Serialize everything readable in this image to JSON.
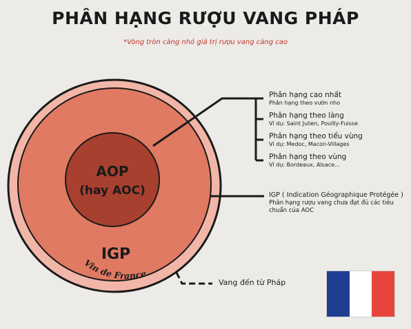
{
  "title": "PHÂN HẠNG RƯỢU VANG PHÁP",
  "subtitle": "*Vòng tròn càng nhỏ giá trị rượu vang càng cao",
  "circles": {
    "aop_line1": "AOP",
    "aop_line2": "(hay AOC)",
    "igp": "IGP",
    "vin_de_france": "Vin de France"
  },
  "aop_levels": [
    {
      "title": "Phân hạng cao nhất",
      "desc": "Phân hạng theo vườn nho"
    },
    {
      "title": "Phân hạng theo làng",
      "desc": "Ví dụ: Saint Julien, Poullly-Fuisse"
    },
    {
      "title": "Phân hạng theo tiểu vùng",
      "desc": "Ví dụ: Medoc, Macon-Villages"
    },
    {
      "title": "Phân hạng theo vùng",
      "desc": "Ví dụ: Bordeaux, Alsace..."
    }
  ],
  "igp_note": {
    "title": "IGP ( Indication Géographique Protégée )",
    "desc": "Phân hạng rượu vang chưa đạt đủ các tiêu chuẩn của AOC"
  },
  "vin_note": "Vang đến từ Pháp",
  "colors": {
    "background": "#ecebe8",
    "outer_ring": "#f2b6a8",
    "igp_ring": "#e07a62",
    "aop_core": "#a8402f",
    "outline": "#1a1a1a",
    "flag_blue": "#1f3e91",
    "flag_white": "#ffffff",
    "flag_red": "#e8463c",
    "subtitle": "#c0392b"
  }
}
